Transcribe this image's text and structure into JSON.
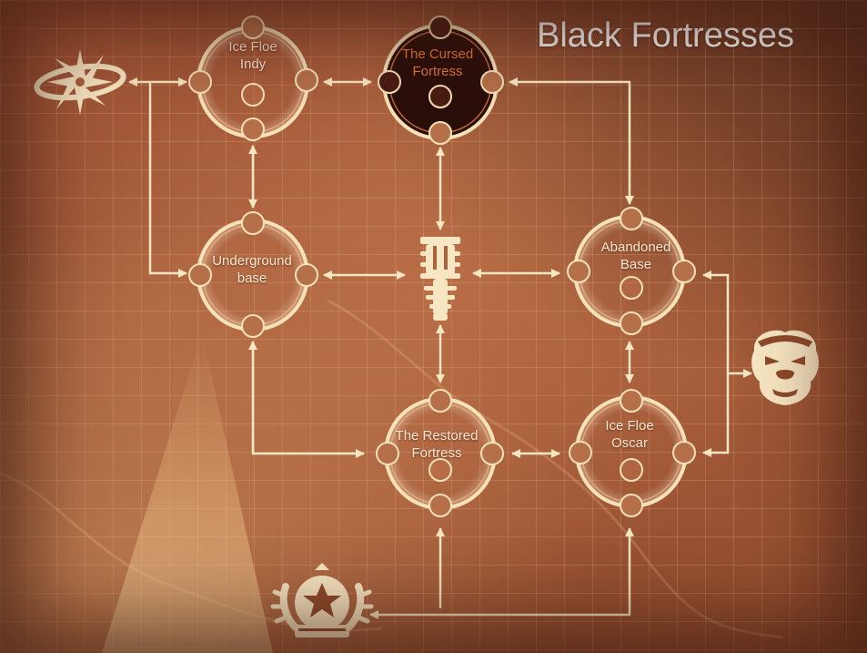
{
  "title": "Black Fortresses",
  "nodes": {
    "ice_floe_indy": {
      "line1": "Ice Floe",
      "line2": "Indy"
    },
    "cursed_fortress": {
      "line1": "The Cursed",
      "line2": "Fortress"
    },
    "underground_base": {
      "line1": "Underground",
      "line2": "base"
    },
    "abandoned_base": {
      "line1": "Abandoned",
      "line2": "Base"
    },
    "restored_fortress": {
      "line1": "The Restored",
      "line2": "Fortress"
    },
    "ice_floe_oscar": {
      "line1": "Ice Floe",
      "line2": "Oscar"
    }
  },
  "icons": [
    "compass-star-icon",
    "spine-glyph-icon",
    "gorilla-head-icon",
    "star-emblem-icon"
  ],
  "colors": {
    "node_ring": "#f6e2b8",
    "arrow": "#f7e6c2",
    "cursed_fill": "#2a0e0a",
    "cursed_text": "#e07a3a"
  }
}
